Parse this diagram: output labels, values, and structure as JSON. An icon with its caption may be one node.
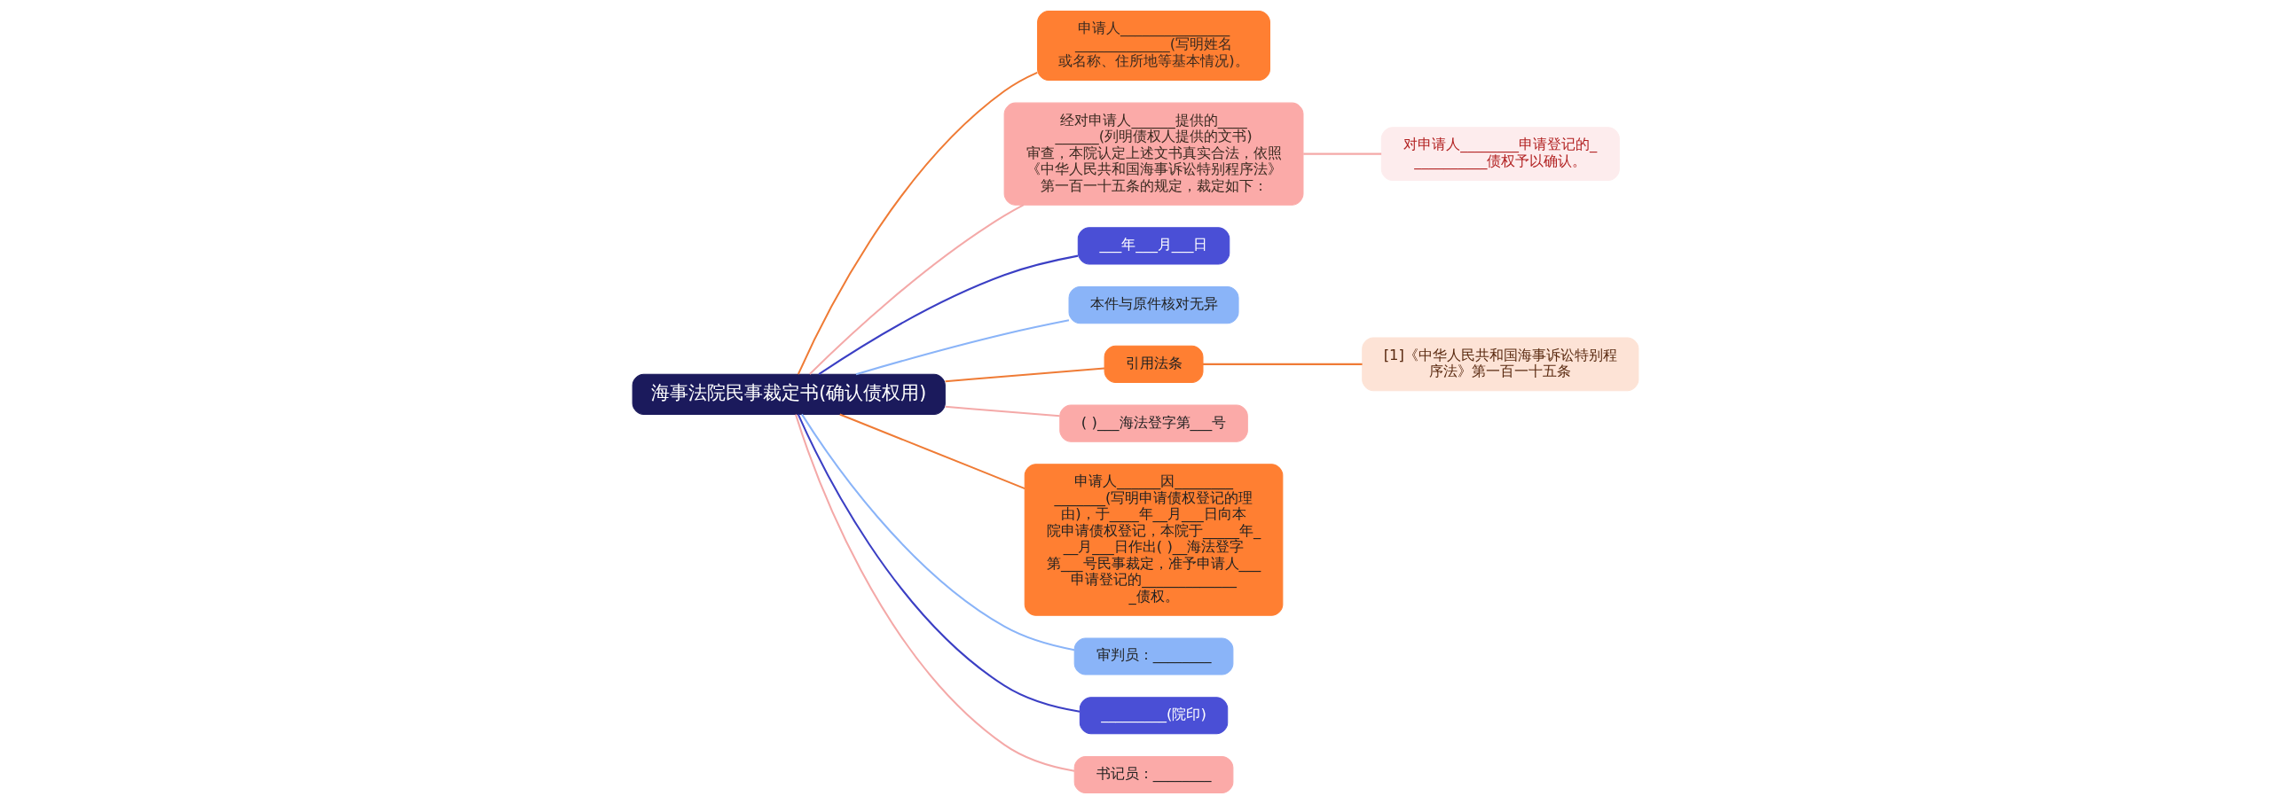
{
  "diagram": {
    "nodes": [
      {
        "text": [
          "海事法院民事裁定书(确认债权用)"
        ]
      },
      {
        "text": [
          "申请人____________________________(写明姓名或名称、住所地等基本情况)。"
        ]
      },
      {
        "text": [
          "经对申请人______提供的__________(列明债权人提供的文书)审查，本院认定上述文书真实合法，依照《中华人民共和国海事诉讼特别程序法》第一百一十五条的规定，裁定如下："
        ]
      },
      {
        "text": [
          "对申请人________申请登记的___________债权予以确认。"
        ]
      },
      {
        "text": [
          "___年___月___日"
        ]
      },
      {
        "text": [
          "本件与原件核对无异"
        ]
      },
      {
        "text": [
          "引用法条"
        ]
      },
      {
        "text": [
          "[1]《中华人民共和国海事诉讼特别程序法》第一百一十五条"
        ]
      },
      {
        "text": [
          "( )___海法登字第___号"
        ]
      },
      {
        "text": [
          "申请人______因_______________(写明申请债权登记的理由)，于____年__月___日向本院申请债权登记，本院于_____年___月___日作出( )__海法登字第___号民事裁定，准予申请人___申请登记的______________债权。"
        ]
      },
      {
        "text": [
          "审判员：________"
        ]
      },
      {
        "text": [
          "_________(院印)"
        ]
      },
      {
        "text": [
          "书记员：________"
        ]
      }
    ],
    "edges": [
      {
        "from": 0,
        "to": 1,
        "arrow": "none",
        "color": "#ef7b35"
      },
      {
        "from": 0,
        "to": 2,
        "arrow": "none",
        "color": "#f4a9a8"
      },
      {
        "from": 2,
        "to": 3,
        "arrow": "none",
        "color": "#f4a9a8"
      },
      {
        "from": 0,
        "to": 4,
        "arrow": "none",
        "color": "#3b3fc4"
      },
      {
        "from": 0,
        "to": 5,
        "arrow": "none",
        "color": "#8ab4f8"
      },
      {
        "from": 0,
        "to": 6,
        "arrow": "none",
        "color": "#ef7b35"
      },
      {
        "from": 6,
        "to": 7,
        "arrow": "none",
        "color": "#ef7b35"
      },
      {
        "from": 0,
        "to": 8,
        "arrow": "none",
        "color": "#f4a9a8"
      },
      {
        "from": 0,
        "to": 9,
        "arrow": "none",
        "color": "#ef7b35"
      },
      {
        "from": 0,
        "to": 10,
        "arrow": "none",
        "color": "#8ab4f8"
      },
      {
        "from": 0,
        "to": 11,
        "arrow": "none",
        "color": "#3b3fc4"
      },
      {
        "from": 0,
        "to": 12,
        "arrow": "none",
        "color": "#f4a9a8"
      }
    ]
  }
}
